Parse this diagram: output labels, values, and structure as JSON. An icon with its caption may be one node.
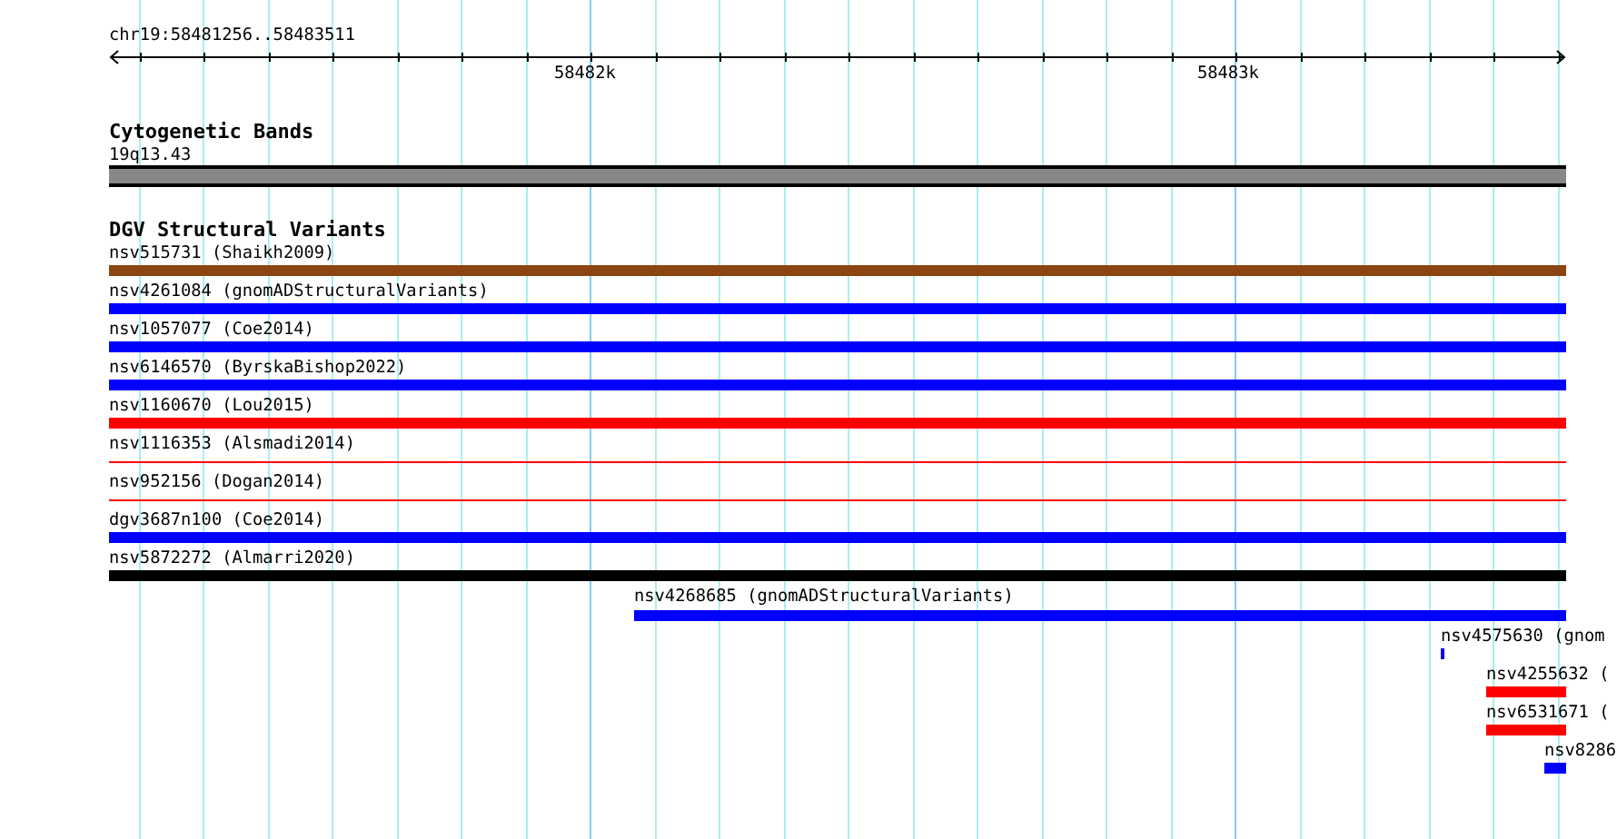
{
  "diagram": {
    "nodes": [
      {
        "text": [
          "19q13.43"
        ]
      },
      {
        "text": [
          "nsv515731 (Shaikh2009)"
        ]
      },
      {
        "text": [
          "nsv4261084 (gnomADStructuralVariants)"
        ]
      },
      {
        "text": [
          "nsv1057077 (Coe2014)"
        ]
      },
      {
        "text": [
          "nsv6146570 (ByrskaBishop2022)"
        ]
      },
      {
        "text": [
          "nsv1160670 (Lou2015)"
        ]
      },
      {
        "text": [
          "nsv1116353 (Alsmadi2014)"
        ]
      },
      {
        "text": [
          "nsv952156 (Dogan2014)"
        ]
      },
      {
        "text": [
          "dgv3687n100 (Coe2014)"
        ]
      },
      {
        "text": [
          "nsv5872272 (Almarri2020)"
        ]
      },
      {
        "text": [
          "nsv4268685 (gnomADStructuralVariants)"
        ]
      },
      {
        "text": [
          "nsv4575630 (gnom"
        ]
      },
      {
        "text": [
          "nsv4255632 ("
        ]
      },
      {
        "text": [
          "nsv6531671 ("
        ]
      },
      {
        "text": [
          "nsv8286"
        ]
      }
    ],
    "labels": [
      "chr19:58481256..58483511",
      "58482k",
      "58483k",
      "Cytogenetic Bands",
      "DGV Structural Variants"
    ]
  }
}
